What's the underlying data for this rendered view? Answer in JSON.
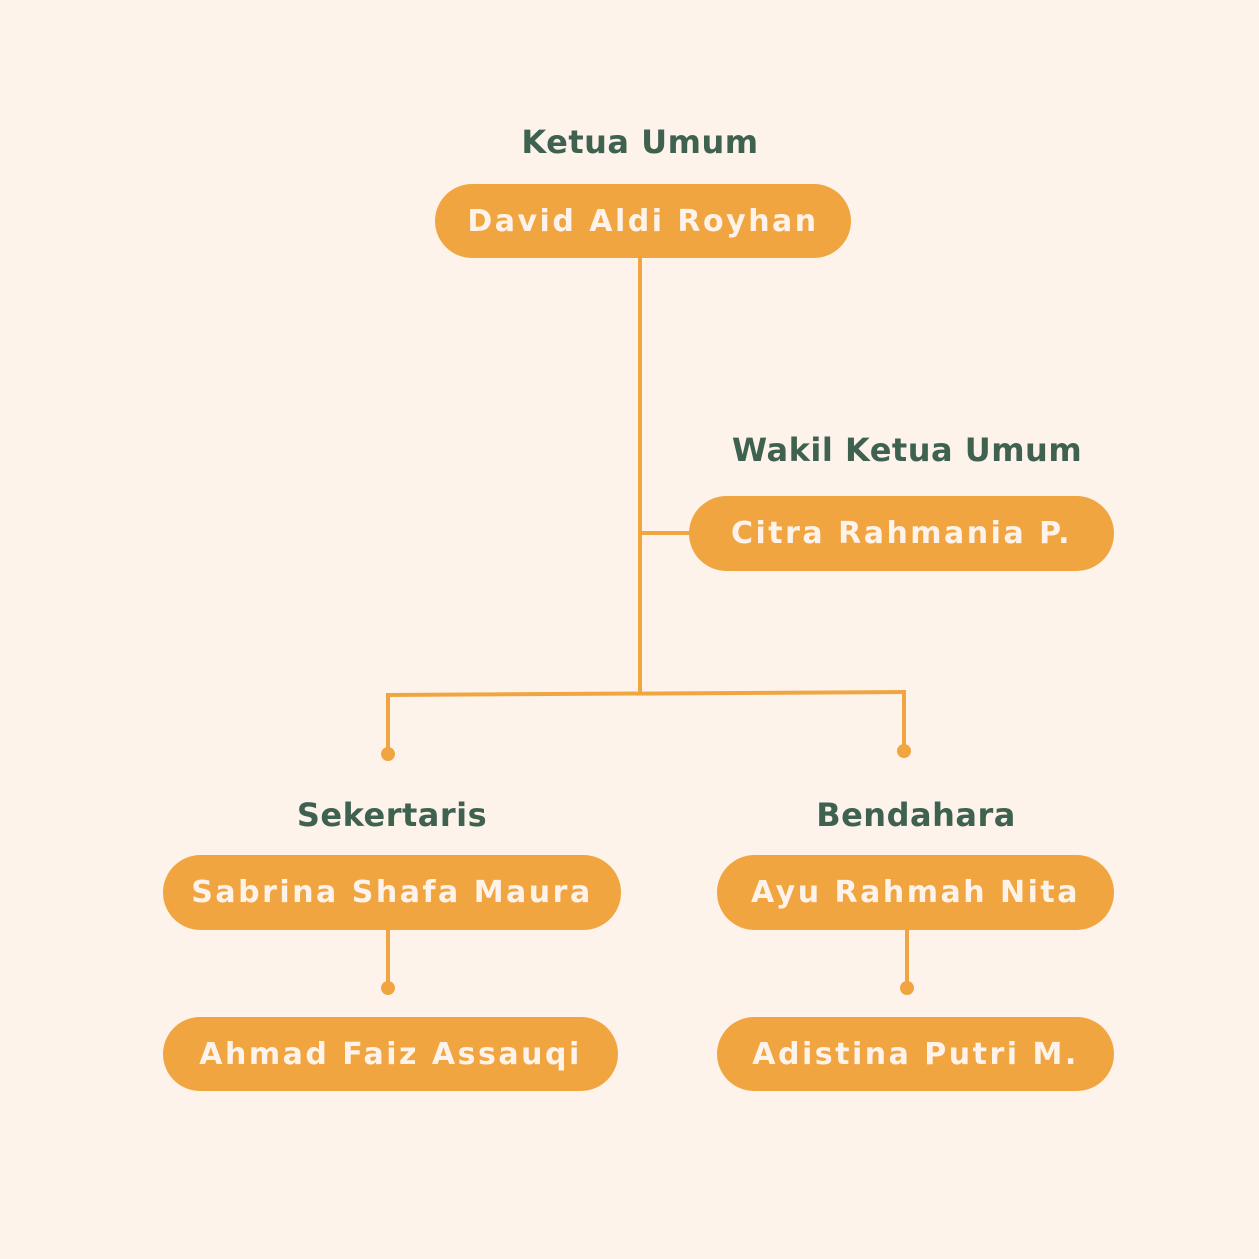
{
  "colors": {
    "background": "#fef3ea",
    "accent": "#f0a541",
    "role_text": "#3f6150",
    "name_text": "#fef3ea"
  },
  "nodes": {
    "ketua": {
      "role": "Ketua Umum",
      "name": "David Aldi Royhan"
    },
    "wakil": {
      "role": "Wakil Ketua Umum",
      "name": "Citra Rahmania P."
    },
    "sekretaris": {
      "role": "Sekertaris",
      "name": "Sabrina Shafa Maura"
    },
    "sekretaris_staff": {
      "name": "Ahmad Faiz Assauqi"
    },
    "bendahara": {
      "role": "Bendahara",
      "name": "Ayu Rahmah Nita"
    },
    "bendahara_staff": {
      "name": "Adistina Putri M."
    }
  }
}
